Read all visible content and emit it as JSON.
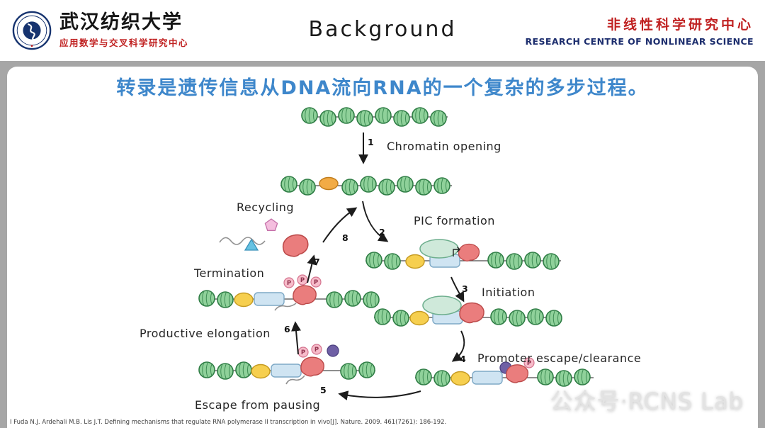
{
  "header": {
    "logo": {
      "university": "武汉纺织大学",
      "department": "应用数学与交叉科学研究中心"
    },
    "title": "Background",
    "org_cn": "非线性科学研究中心",
    "org_en": "RESEARCH CENTRE OF NONLINEAR SCIENCE"
  },
  "slide": {
    "headline": "转录是遗传信息从DNA流向RNA的一个复杂的多步过程。",
    "steps": [
      {
        "num": "1",
        "label": "Chromatin opening"
      },
      {
        "num": "2",
        "label": "PIC formation"
      },
      {
        "num": "3",
        "label": "Initiation"
      },
      {
        "num": "4",
        "label": "Promoter escape/clearance"
      },
      {
        "num": "5",
        "label": "Escape from pausing"
      },
      {
        "num": "6",
        "label": "Productive elongation"
      },
      {
        "num": "7",
        "label": "Termination"
      },
      {
        "num": "8",
        "label": "Recycling"
      }
    ],
    "p_label": "P",
    "citation": "I Fuda N.J. Ardehali M.B. Lis J.T. Defining mechanisms that regulate RNA polymerase II transcription in vivo[J]. Nature. 2009. 461(7261): 186-192.",
    "watermark": "公众号·RCNS Lab"
  },
  "colors": {
    "headline_blue": "#3e87cb",
    "org_red": "#c02121",
    "org_navy": "#1d2e6e",
    "nucleosome_green": "#8fd19a",
    "polymerase_red": "#ea7d7d",
    "frame_grey": "#a6a6a6"
  }
}
